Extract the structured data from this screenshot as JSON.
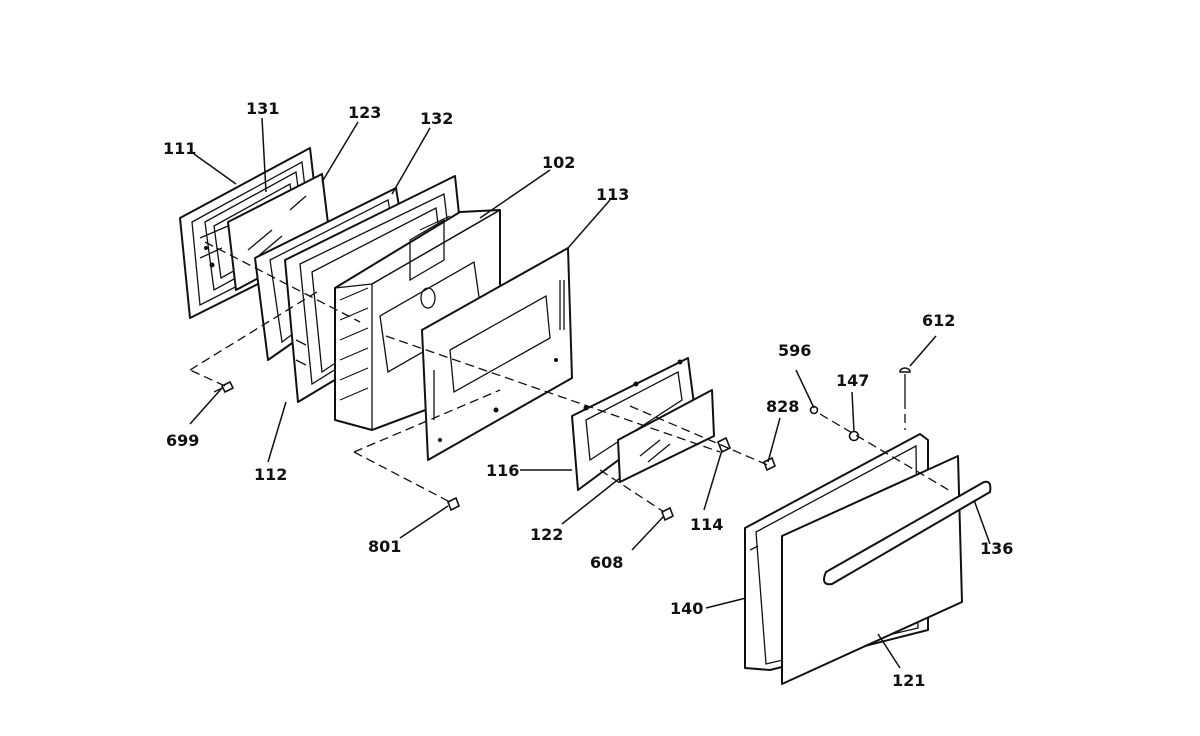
{
  "callouts": {
    "p111": "111",
    "p131": "131",
    "p123": "123",
    "p132": "132",
    "p102": "102",
    "p113": "113",
    "p699": "699",
    "p112": "112",
    "p801": "801",
    "p116": "116",
    "p122": "122",
    "p608": "608",
    "p114": "114",
    "p828": "828",
    "p596": "596",
    "p147": "147",
    "p612": "612",
    "p136": "136",
    "p140": "140",
    "p121": "121"
  }
}
